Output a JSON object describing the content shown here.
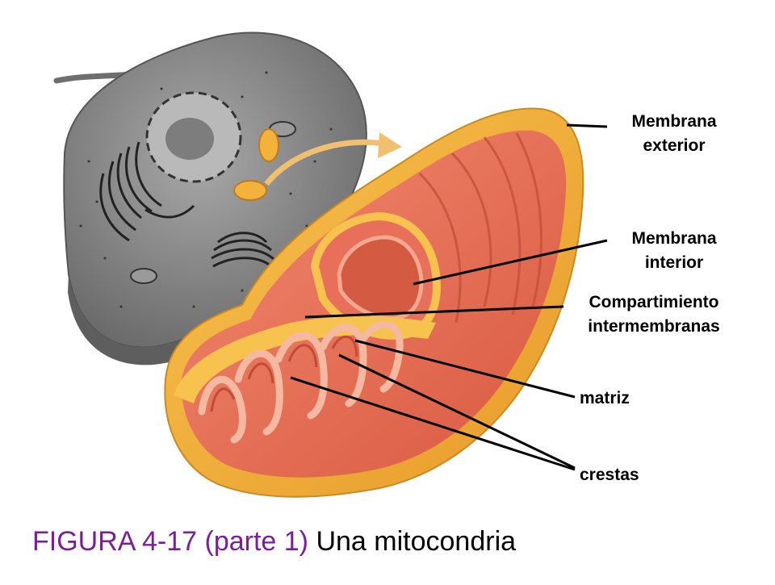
{
  "labels": {
    "outer_membrane": [
      "Membrana",
      "exterior"
    ],
    "inner_membrane": [
      "Membrana",
      "interior"
    ],
    "intermembrane_space": [
      "Compartimiento",
      "intermembranas"
    ],
    "matrix": "matriz",
    "cristae": "crestas"
  },
  "caption": {
    "figure": "FIGURA 4-17 (parte 1)",
    "description": "Una mitocondria"
  },
  "colors": {
    "cell_gray": "#8a8a8a",
    "outer_orange": "#f2b23c",
    "inner_salmon": "#e8705a",
    "figure_purple": "#7a1e9a"
  }
}
